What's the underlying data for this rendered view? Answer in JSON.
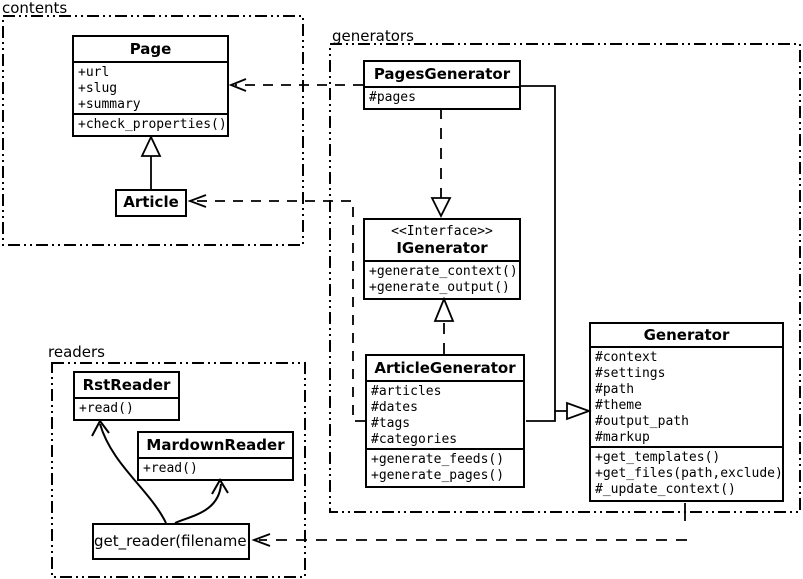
{
  "packages": {
    "contents": {
      "label": "contents"
    },
    "generators": {
      "label": "generators"
    },
    "readers": {
      "label": "readers"
    }
  },
  "classes": {
    "page": {
      "name": "Page",
      "attributes": [
        "+url",
        "+slug",
        "+summary"
      ],
      "methods": [
        "+check_properties()"
      ]
    },
    "article": {
      "name": "Article"
    },
    "pages_generator": {
      "name": "PagesGenerator",
      "attributes": [
        "#pages"
      ]
    },
    "igenerator": {
      "stereotype": "<<Interface>>",
      "name": "IGenerator",
      "methods": [
        "+generate_context()",
        "+generate_output()"
      ]
    },
    "article_generator": {
      "name": "ArticleGenerator",
      "attributes": [
        "#articles",
        "#dates",
        "#tags",
        "#categories"
      ],
      "methods": [
        "+generate_feeds()",
        "+generate_pages()"
      ]
    },
    "generator": {
      "name": "Generator",
      "attributes": [
        "#context",
        "#settings",
        "#path",
        "#theme",
        "#output_path",
        "#markup"
      ],
      "methods": [
        "+get_templates()",
        "+get_files(path,exclude)",
        "#_update_context()"
      ]
    },
    "rst_reader": {
      "name": "RstReader",
      "methods": [
        "+read()"
      ]
    },
    "mardown_reader": {
      "name": "MardownReader",
      "methods": [
        "+read()"
      ]
    },
    "get_reader": {
      "label": "get_reader(filename)"
    }
  },
  "colors": {
    "foreground": "#000000",
    "background": "#ffffff"
  }
}
